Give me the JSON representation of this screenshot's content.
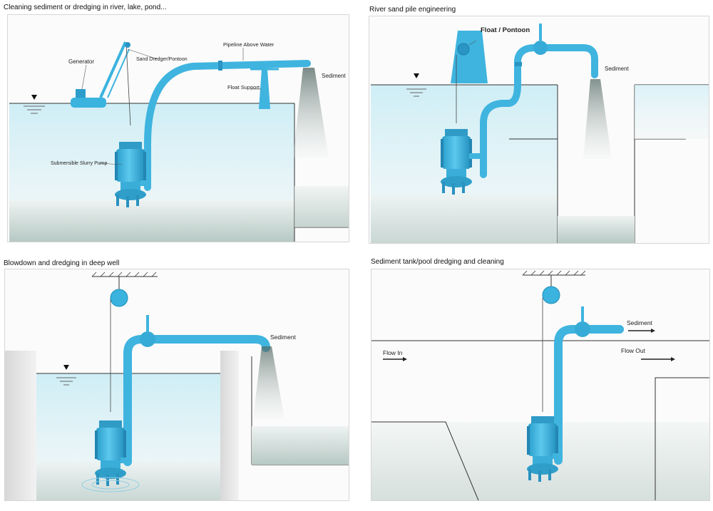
{
  "panels": [
    {
      "title": "Cleaning sediment or dredging in river, lake, pond...",
      "labels": {
        "generator": "Generator",
        "dredger": "Sand Dredger/Pontoon",
        "pipeline": "Pipeline Above Water",
        "float_support": "Float Support",
        "sediment": "Sediment",
        "pump": "Submersible Slurry Pump"
      }
    },
    {
      "title": "River sand pile engineering",
      "labels": {
        "float": "Float / Pontoon",
        "sediment": "Sediment"
      }
    },
    {
      "title": "Blowdown and dredging in deep well",
      "labels": {
        "sediment": "Sediment"
      }
    },
    {
      "title": "Sediment tank/pool dredging and cleaning",
      "labels": {
        "sediment": "Sediment",
        "flow_in": "Flow In",
        "flow_out": "Flow Out"
      }
    }
  ],
  "colors": {
    "pipe": "#3fb4df",
    "pipe_dark": "#1f8fbd",
    "water": "#d5eef5",
    "sediment": "#5f7a72",
    "line": "#222222"
  }
}
